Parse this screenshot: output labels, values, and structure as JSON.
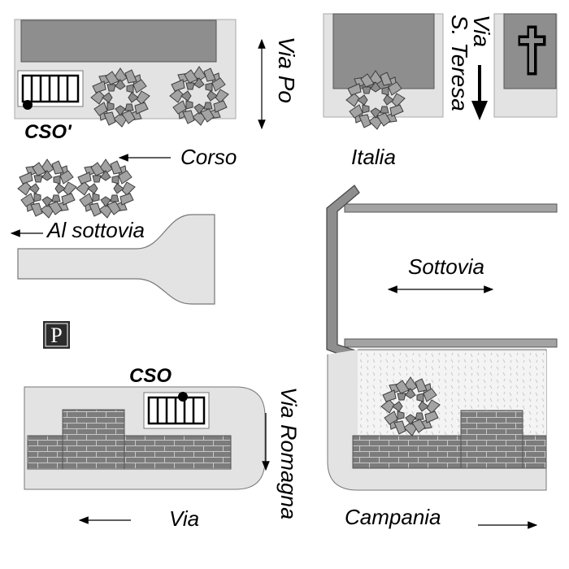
{
  "labels": {
    "street_via_po": "Via Po",
    "street_via_s_teresa_line1": "Via",
    "street_via_s_teresa_line2": "S. Teresa",
    "street_corso": "Corso",
    "street_italia": "Italia",
    "to_underpass": "Al sottovia",
    "underpass": "Sottovia",
    "street_via_romagna": "Via Romagna",
    "street_via": "Via",
    "street_campania": "Campania",
    "stop_cso_prime": "CSO'",
    "stop_cso": "CSO",
    "parking_letter": "P"
  },
  "icons": {
    "church": "cross-icon",
    "parking": "parking-icon",
    "tree": "tree-icon",
    "bus_stop": "bus-stop-marker-icon"
  },
  "colors": {
    "sidewalk": "#e3e3e3",
    "building": "#8e8e8e",
    "brick": "#7e7e7e",
    "foliage": "#a0a0a0",
    "outline": "#444444"
  }
}
